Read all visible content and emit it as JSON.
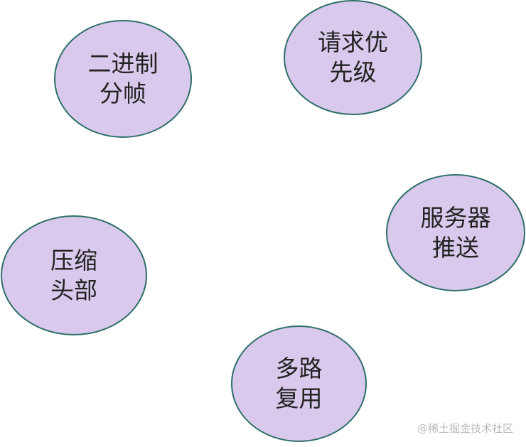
{
  "diagram": {
    "fill_color": "#d9c9ec",
    "border_color": "#2e6f6a",
    "nodes": [
      {
        "id": "binary-framing",
        "lines": [
          "二进制",
          "分帧"
        ]
      },
      {
        "id": "request-priority",
        "lines": [
          "请求优",
          "先级"
        ]
      },
      {
        "id": "server-push",
        "lines": [
          "服务器",
          "推送"
        ]
      },
      {
        "id": "header-compression",
        "lines": [
          "压缩",
          "头部"
        ]
      },
      {
        "id": "multiplexing",
        "lines": [
          "多路",
          "复用"
        ]
      }
    ]
  },
  "watermark": "@稀土掘金技术社区"
}
